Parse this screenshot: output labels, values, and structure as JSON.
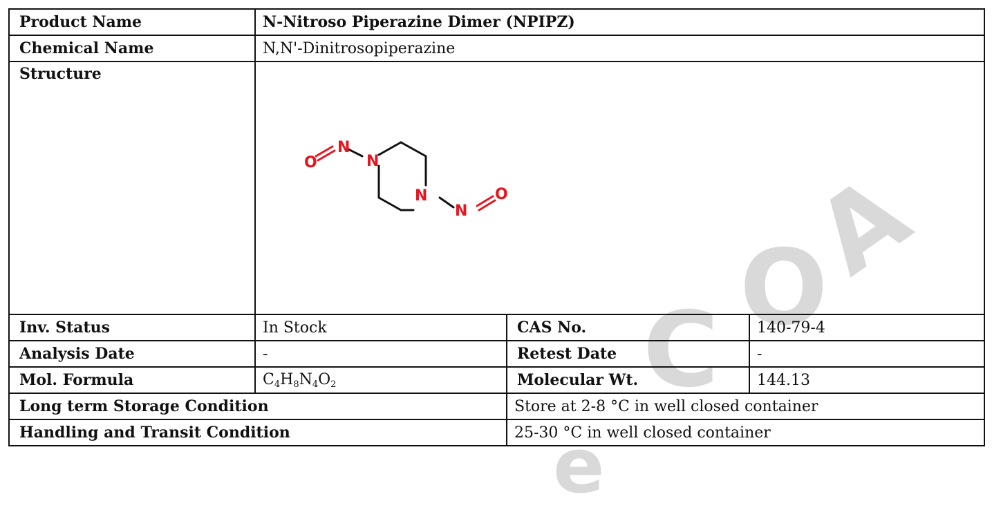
{
  "product_name": {
    "label": "Product Name",
    "value": "N-Nitroso Piperazine Dimer (NPIPZ)"
  },
  "chemical_name": {
    "label": "Chemical Name",
    "value": "N,N'-Dinitrosopiperazine"
  },
  "structure": {
    "label": "Structure",
    "atoms": {
      "n1": "N",
      "n2": "N",
      "n3": "N",
      "n4": "N",
      "o1": "O",
      "o2": "O"
    }
  },
  "inv_status": {
    "label": "Inv. Status",
    "value": "In Stock"
  },
  "cas_no": {
    "label": "CAS No.",
    "value": "140-79-4"
  },
  "analysis_date": {
    "label": "Analysis Date",
    "value": "-"
  },
  "retest_date": {
    "label": "Retest Date",
    "value": "-"
  },
  "mol_formula": {
    "label": "Mol. Formula",
    "parts": [
      {
        "el": "C",
        "n": "4"
      },
      {
        "el": "H",
        "n": "8"
      },
      {
        "el": "N",
        "n": "4"
      },
      {
        "el": "O",
        "n": "2"
      }
    ]
  },
  "molecular_wt": {
    "label": "Molecular Wt.",
    "value": "144.13"
  },
  "long_term_storage": {
    "label": "Long term Storage Condition",
    "value": "Store at 2-8 °C in well closed container"
  },
  "handling_transit": {
    "label": "Handling and Transit Condition",
    "value": "25-30 °C in well closed container"
  },
  "watermark": "e COA",
  "colors": {
    "atom_red": "#e8141e",
    "bond": "#111111",
    "watermark": "#d9d9d9"
  }
}
